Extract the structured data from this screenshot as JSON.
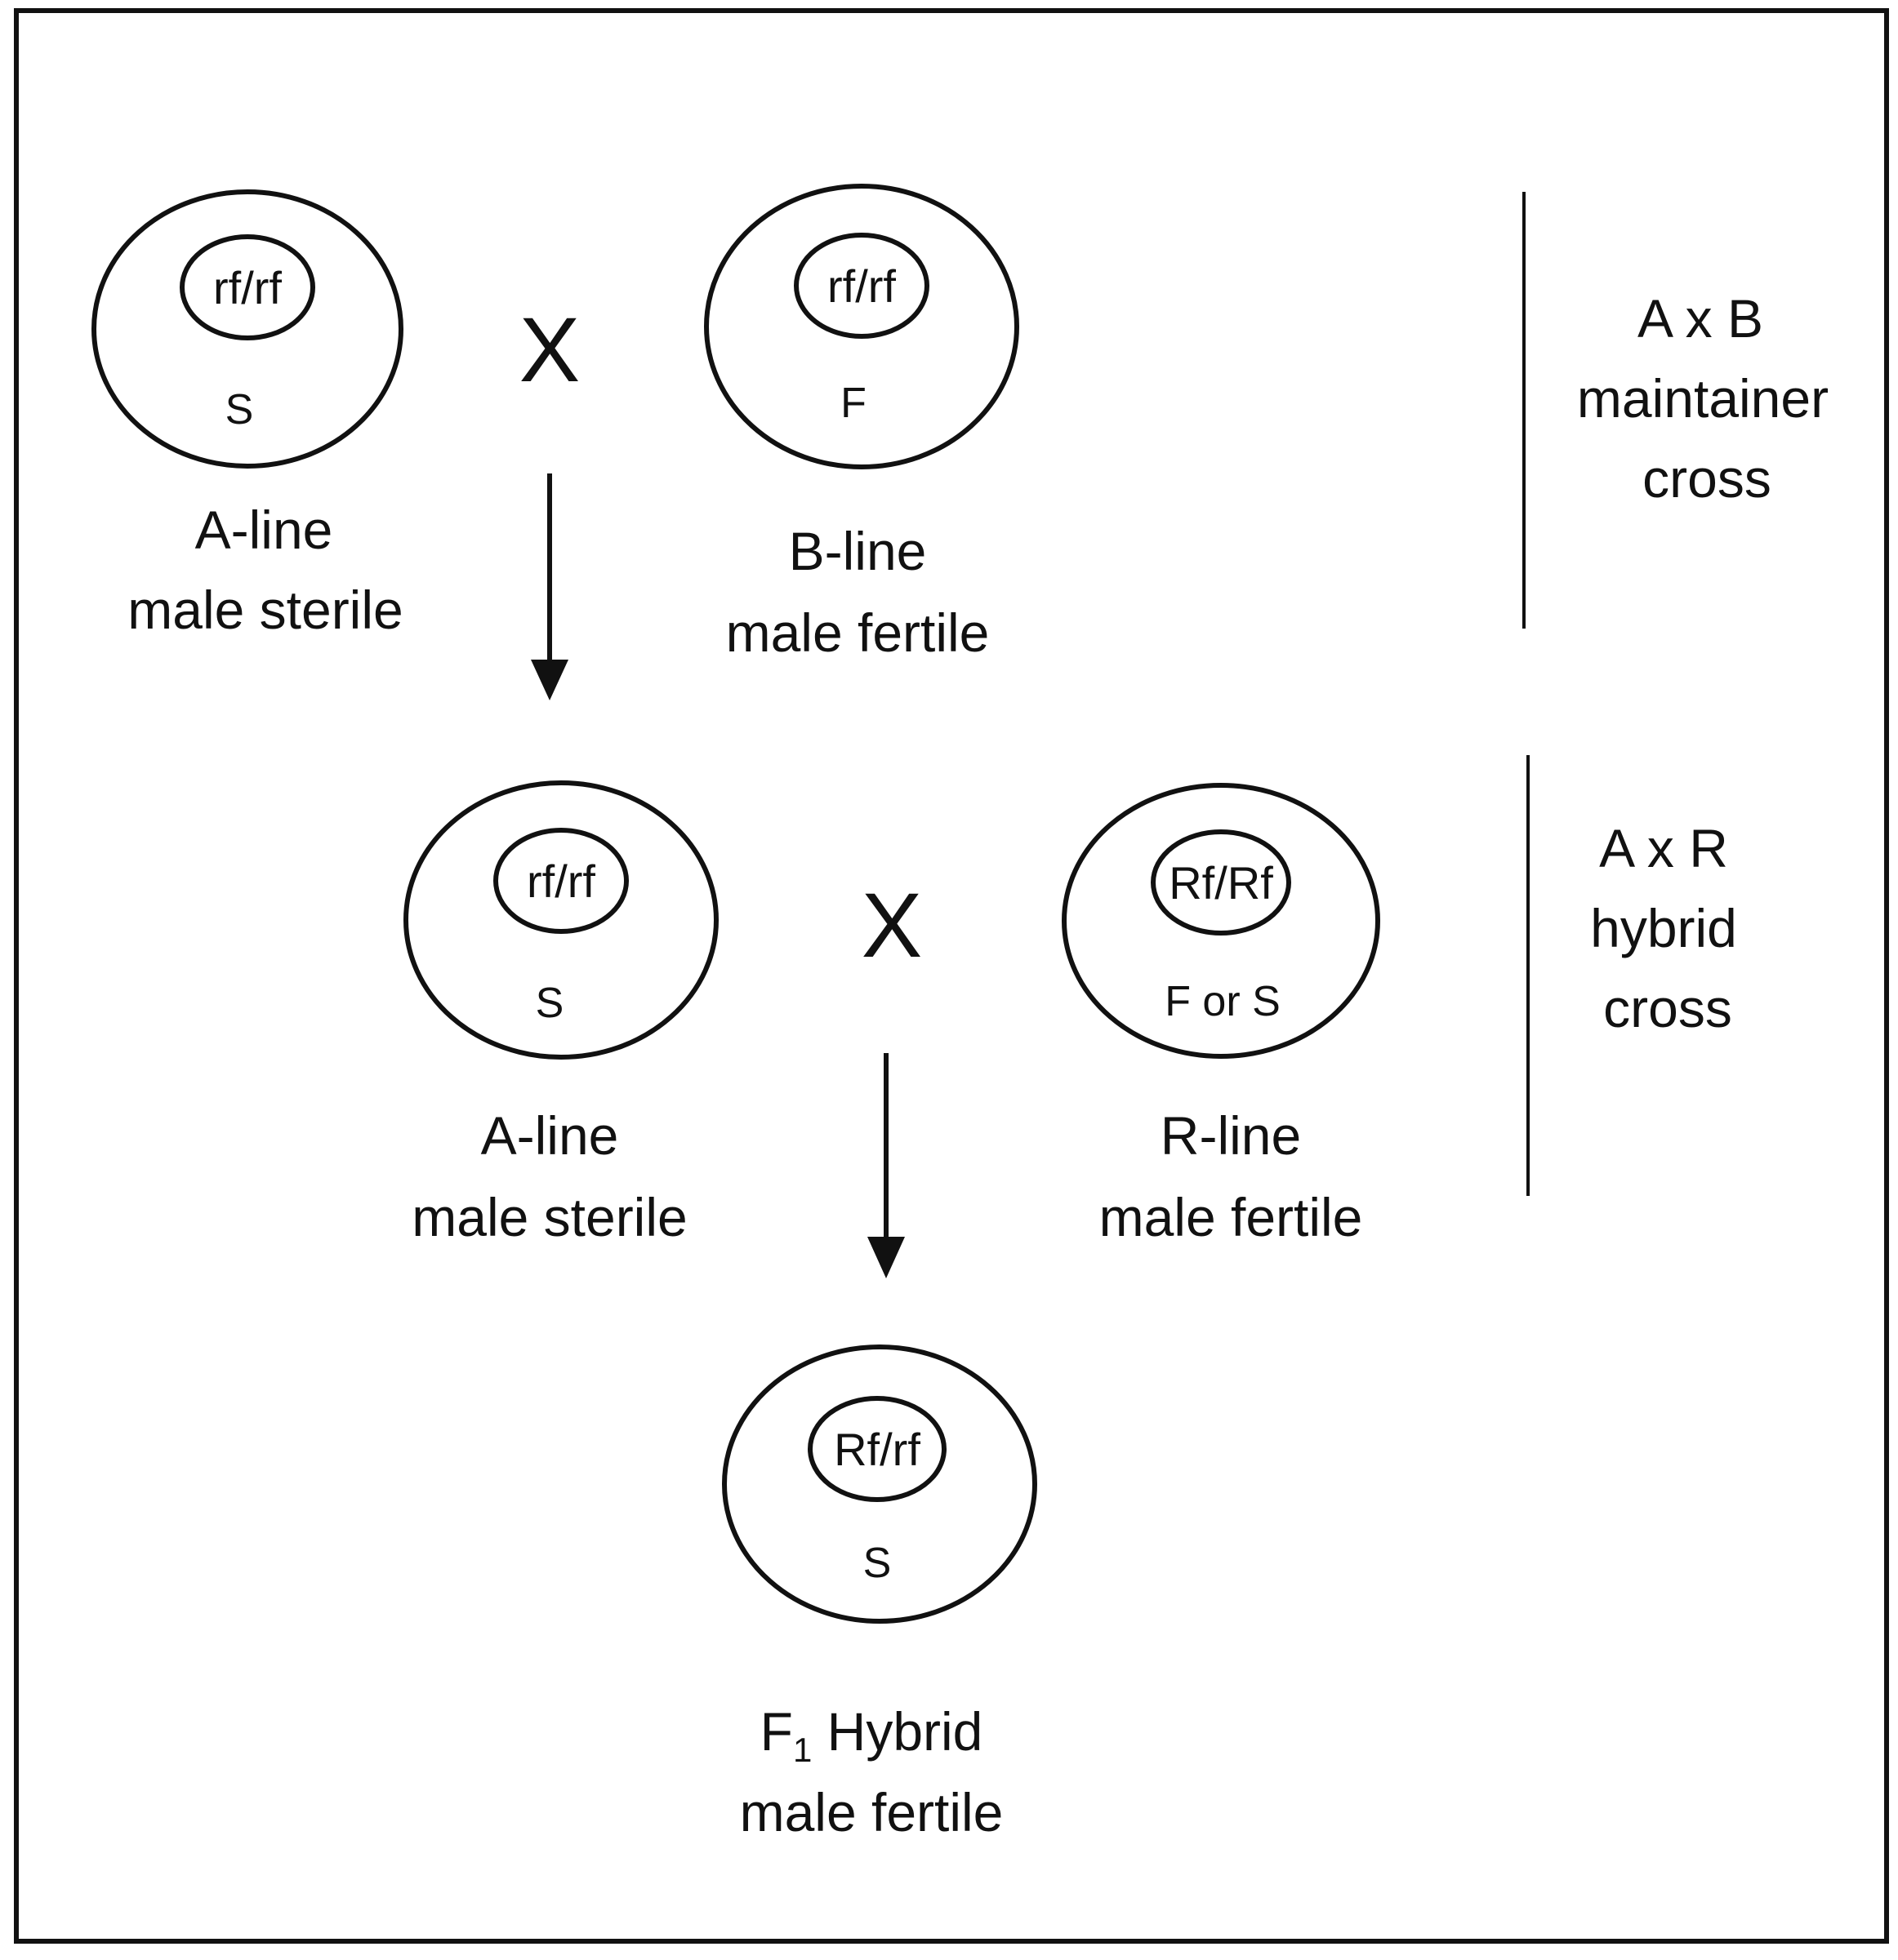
{
  "individuals": [
    {
      "id": "a-line-1",
      "genotype": "rf/rf",
      "cytoplasm": "S",
      "line_name": "A-line",
      "phenotype": "male sterile"
    },
    {
      "id": "b-line",
      "genotype": "rf/rf",
      "cytoplasm": "F",
      "line_name": "B-line",
      "phenotype": "male fertile"
    },
    {
      "id": "a-line-2",
      "genotype": "rf/rf",
      "cytoplasm": "S",
      "line_name": "A-line",
      "phenotype": "male sterile"
    },
    {
      "id": "r-line",
      "genotype": "Rf/Rf",
      "cytoplasm": "F or S",
      "line_name": "R-line",
      "phenotype": "male fertile"
    },
    {
      "id": "f1-hybrid",
      "genotype": "Rf/rf",
      "cytoplasm": "S",
      "line_name_main": "F",
      "line_name_sub": "1",
      "line_name_rest": " Hybrid",
      "phenotype": "male fertile"
    }
  ],
  "cross_symbol": "X",
  "crosses": [
    {
      "id": "maintainer",
      "lines": [
        "A x B",
        "maintainer",
        "cross"
      ]
    },
    {
      "id": "hybrid",
      "lines": [
        "A x R",
        "hybrid",
        "cross"
      ]
    }
  ],
  "colors": {
    "stroke": "#111111",
    "background": "#ffffff"
  }
}
